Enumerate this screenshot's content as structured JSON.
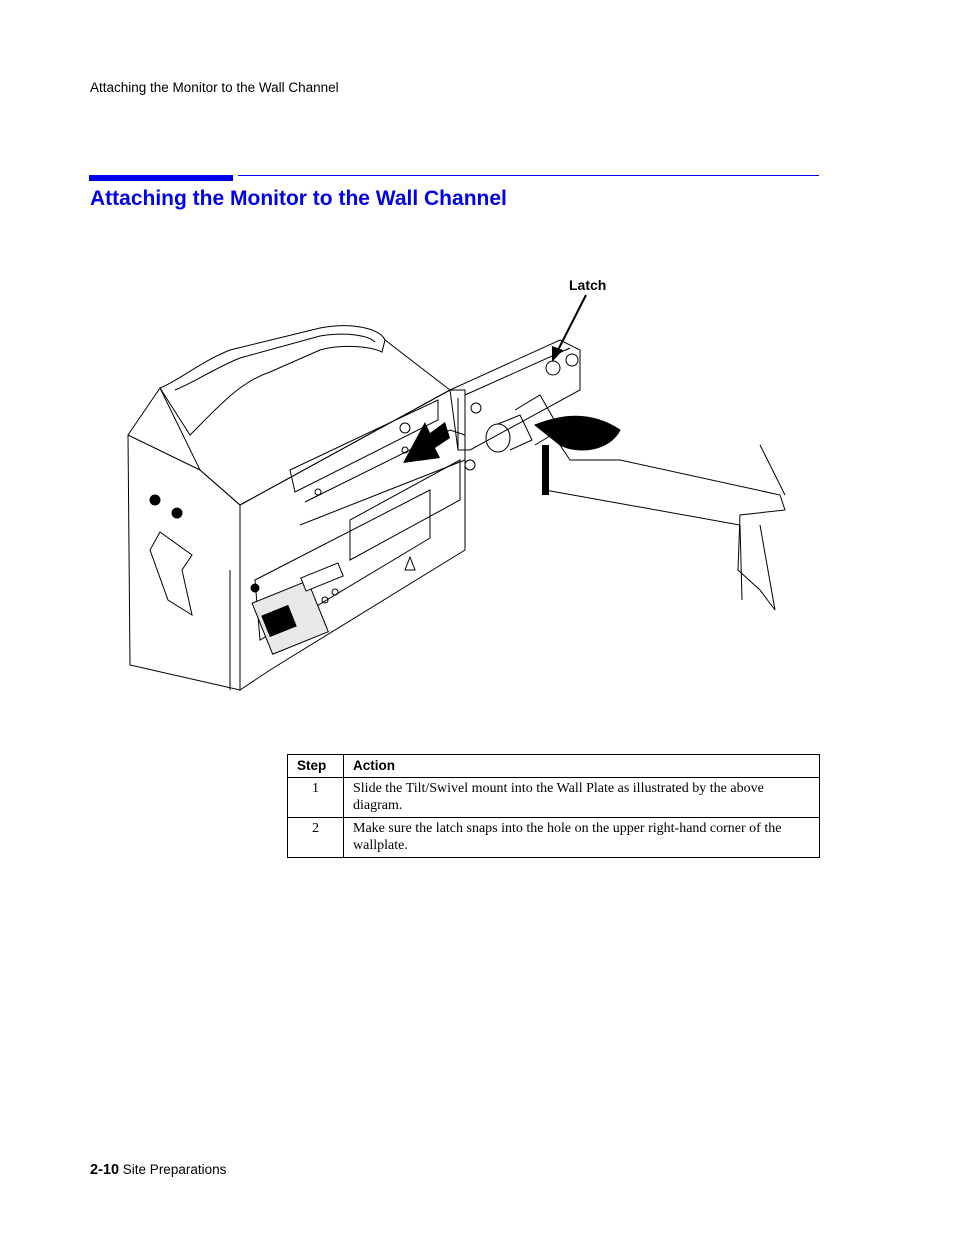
{
  "header": {
    "running_title": "Attaching the Monitor to the Wall Channel"
  },
  "section": {
    "title": "Attaching the Monitor to the Wall Channel",
    "accent_color": "#0000ee"
  },
  "figure": {
    "callout_label": "Latch"
  },
  "steps_table": {
    "headers": [
      "Step",
      "Action"
    ],
    "rows": [
      {
        "step": "1",
        "action": "Slide the Tilt/Swivel mount into the Wall Plate as illustrated by the above diagram."
      },
      {
        "step": "2",
        "action": "Make sure the latch snaps into the hole on the upper right-hand corner of the wallplate."
      }
    ]
  },
  "footer": {
    "page_number": "2-10",
    "chapter": "Site Preparations"
  }
}
